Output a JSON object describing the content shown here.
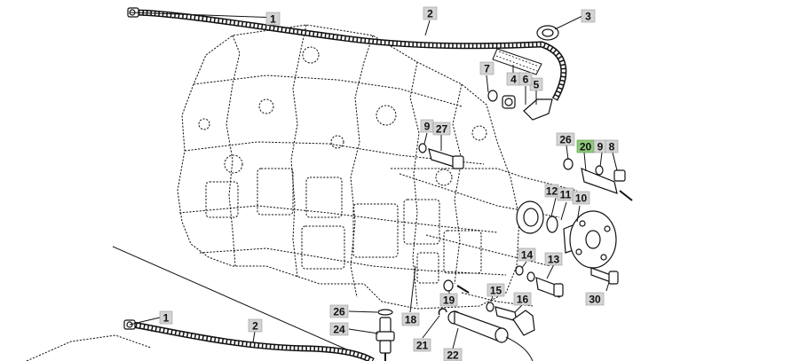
{
  "diagram": {
    "callouts": [
      {
        "id": "c1a",
        "label": "1"
      },
      {
        "id": "c2a",
        "label": "2"
      },
      {
        "id": "c3",
        "label": "3"
      },
      {
        "id": "c4",
        "label": "4"
      },
      {
        "id": "c5",
        "label": "5"
      },
      {
        "id": "c6",
        "label": "6"
      },
      {
        "id": "c7",
        "label": "7"
      },
      {
        "id": "c9a",
        "label": "9"
      },
      {
        "id": "c27",
        "label": "27"
      },
      {
        "id": "c26a",
        "label": "26"
      },
      {
        "id": "c20",
        "label": "20",
        "highlight": true
      },
      {
        "id": "c9b",
        "label": "9"
      },
      {
        "id": "c8",
        "label": "8"
      },
      {
        "id": "c12",
        "label": "12"
      },
      {
        "id": "c11",
        "label": "11"
      },
      {
        "id": "c10",
        "label": "10"
      },
      {
        "id": "c14",
        "label": "14"
      },
      {
        "id": "c13",
        "label": "13"
      },
      {
        "id": "c15",
        "label": "15"
      },
      {
        "id": "c16",
        "label": "16"
      },
      {
        "id": "c30",
        "label": "30"
      },
      {
        "id": "c26b",
        "label": "26"
      },
      {
        "id": "c18",
        "label": "18"
      },
      {
        "id": "c19",
        "label": "19"
      },
      {
        "id": "c24",
        "label": "24"
      },
      {
        "id": "c21",
        "label": "21"
      },
      {
        "id": "c22",
        "label": "22"
      },
      {
        "id": "c1b",
        "label": "1"
      },
      {
        "id": "c2b",
        "label": "2"
      }
    ]
  }
}
